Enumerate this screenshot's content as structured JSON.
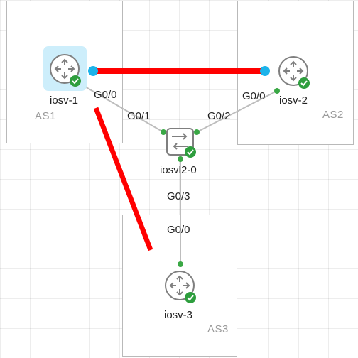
{
  "areas": [
    {
      "id": "as1",
      "label": "AS1"
    },
    {
      "id": "as2",
      "label": "AS2"
    },
    {
      "id": "as3",
      "label": "AS3"
    }
  ],
  "nodes": [
    {
      "id": "iosv-1",
      "label": "iosv-1",
      "type": "router",
      "status": "running",
      "selected": true
    },
    {
      "id": "iosv-2",
      "label": "iosv-2",
      "type": "router",
      "status": "running",
      "selected": false
    },
    {
      "id": "iosvl2-0",
      "label": "iosvl2-0",
      "type": "switch",
      "status": "running",
      "selected": false
    },
    {
      "id": "iosv-3",
      "label": "iosv-3",
      "type": "router",
      "status": "running",
      "selected": false
    }
  ],
  "links": [
    {
      "id": "link-iosv1-iosv2",
      "from": "iosv-1",
      "to": "iosv-2",
      "style": "highlighted"
    },
    {
      "id": "link-iosv1-iosvl2",
      "from": "iosv-1",
      "to": "iosvl2-0",
      "from_iface": "G0/0",
      "to_iface": "G0/1"
    },
    {
      "id": "link-iosv2-iosvl2",
      "from": "iosv-2",
      "to": "iosvl2-0",
      "from_iface": "G0/0",
      "to_iface": "G0/2"
    },
    {
      "id": "link-iosvl2-iosv3",
      "from": "iosvl2-0",
      "to": "iosv-3",
      "from_iface": "G0/3",
      "to_iface": "G0/0"
    }
  ],
  "colors": {
    "highlight": "#ff0000",
    "endpoint_selected": "#1cb3ea",
    "endpoint": "#3aa845",
    "status_ok": "#2e9e3e",
    "node_select_bg": "#cdeefb",
    "link": "#bdbdbd",
    "icon_outline": "#7f7f7f"
  },
  "icons": {
    "router": "router-icon",
    "switch": "switch-icon",
    "status": "checkmark-icon"
  }
}
